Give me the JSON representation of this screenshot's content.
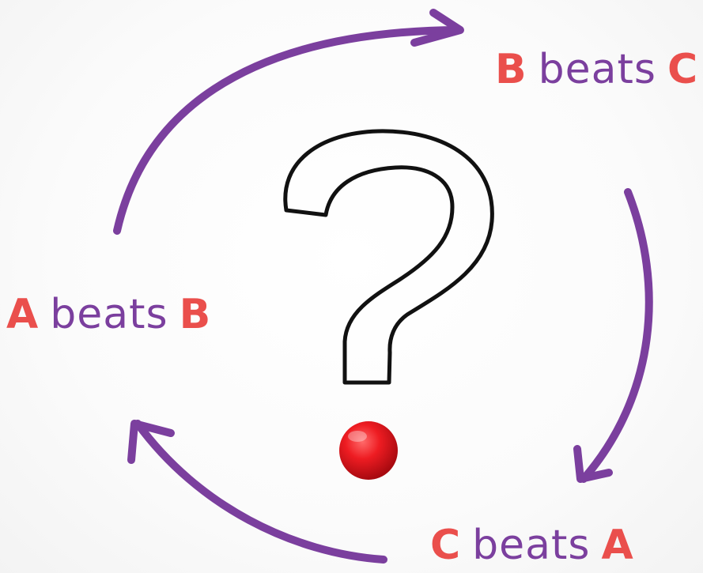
{
  "statements": [
    {
      "id": "ab",
      "subject": "A",
      "verb": "beats",
      "object": "B"
    },
    {
      "id": "bc",
      "subject": "B",
      "verb": "beats",
      "object": "C"
    },
    {
      "id": "ca",
      "subject": "C",
      "verb": "beats",
      "object": "A"
    }
  ],
  "colors": {
    "term": "#ea4f4c",
    "verb": "#7b3f9e",
    "arrow": "#7b3f9e",
    "question_mark_stroke": "#111111",
    "dot": "#e8141c"
  },
  "icons": {
    "center": "question-mark-icon",
    "arrow_head": "arrow-head-icon"
  }
}
